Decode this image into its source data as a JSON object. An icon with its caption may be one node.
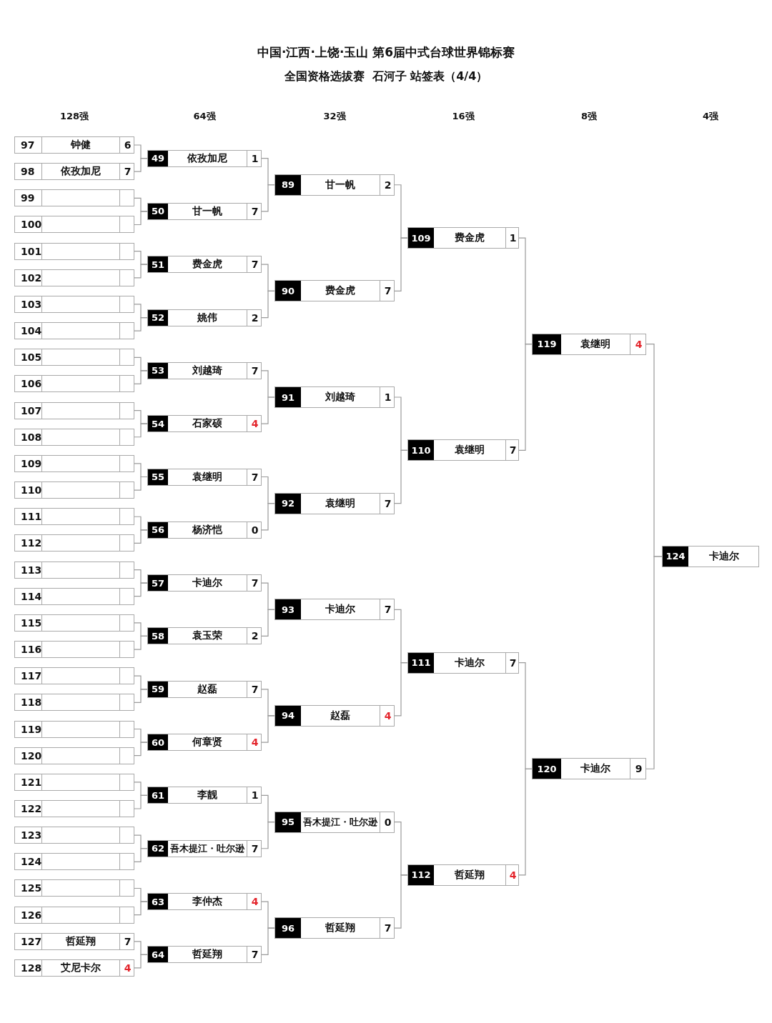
{
  "diagram": {
    "title": "中国·江西·上饶·玉山 第6届中式台球世界锦标赛",
    "nodes": [
      {
        "text": [
          "97",
          "钟健",
          "6"
        ]
      },
      {
        "text": [
          "98",
          "依孜加尼",
          "7"
        ]
      },
      {
        "text": [
          "99"
        ]
      },
      {
        "text": [
          "100"
        ]
      },
      {
        "text": [
          "101"
        ]
      },
      {
        "text": [
          "102"
        ]
      },
      {
        "text": [
          "103"
        ]
      },
      {
        "text": [
          "104"
        ]
      },
      {
        "text": [
          "105"
        ]
      },
      {
        "text": [
          "106"
        ]
      },
      {
        "text": [
          "107"
        ]
      },
      {
        "text": [
          "108"
        ]
      },
      {
        "text": [
          "109"
        ]
      },
      {
        "text": [
          "110"
        ]
      },
      {
        "text": [
          "111"
        ]
      },
      {
        "text": [
          "112"
        ]
      },
      {
        "text": [
          "113"
        ]
      },
      {
        "text": [
          "114"
        ]
      },
      {
        "text": [
          "115"
        ]
      },
      {
        "text": [
          "116"
        ]
      },
      {
        "text": [
          "117"
        ]
      },
      {
        "text": [
          "118"
        ]
      },
      {
        "text": [
          "119"
        ]
      },
      {
        "text": [
          "120"
        ]
      },
      {
        "text": [
          "121"
        ]
      },
      {
        "text": [
          "122"
        ]
      },
      {
        "text": [
          "123"
        ]
      },
      {
        "text": [
          "124"
        ]
      },
      {
        "text": [
          "125"
        ]
      },
      {
        "text": [
          "126"
        ]
      },
      {
        "text": [
          "127",
          "哲延翔",
          "7"
        ]
      },
      {
        "text": [
          "128",
          "艾尼卡尔",
          "4"
        ]
      },
      {
        "text": [
          "49",
          "依孜加尼",
          "1"
        ]
      },
      {
        "text": [
          "50",
          "甘一帆",
          "7"
        ]
      },
      {
        "text": [
          "51",
          "费金虎",
          "7"
        ]
      },
      {
        "text": [
          "52",
          "姚伟",
          "2"
        ]
      },
      {
        "text": [
          "53",
          "刘越琦",
          "7"
        ]
      },
      {
        "text": [
          "54",
          "石家硕",
          "4"
        ]
      },
      {
        "text": [
          "55",
          "袁继明",
          "7"
        ]
      },
      {
        "text": [
          "56",
          "杨济恺",
          "0"
        ]
      },
      {
        "text": [
          "57",
          "卡迪尔",
          "7"
        ]
      },
      {
        "text": [
          "58",
          "袁玉荣",
          "2"
        ]
      },
      {
        "text": [
          "59",
          "赵磊",
          "7"
        ]
      },
      {
        "text": [
          "60",
          "何章贤",
          "4"
        ]
      },
      {
        "text": [
          "61",
          "李靓",
          "1"
        ]
      },
      {
        "text": [
          "62",
          "吾木提江・吐尔逊",
          "7"
        ]
      },
      {
        "text": [
          "63",
          "李仲杰",
          "4"
        ]
      },
      {
        "text": [
          "64",
          "哲延翔",
          "7"
        ]
      },
      {
        "text": [
          "89",
          "甘一帆",
          "2"
        ]
      },
      {
        "text": [
          "90",
          "费金虎",
          "7"
        ]
      },
      {
        "text": [
          "91",
          "刘越琦",
          "1"
        ]
      },
      {
        "text": [
          "92",
          "袁继明",
          "7"
        ]
      },
      {
        "text": [
          "93",
          "卡迪尔",
          "7"
        ]
      },
      {
        "text": [
          "94",
          "赵磊",
          "4"
        ]
      },
      {
        "text": [
          "95",
          "吾木提江・吐尔逊",
          "0"
        ]
      },
      {
        "text": [
          "96",
          "哲延翔",
          "7"
        ]
      },
      {
        "text": [
          "109",
          "费金虎",
          "1"
        ]
      },
      {
        "text": [
          "110",
          "袁继明",
          "7"
        ]
      },
      {
        "text": [
          "111",
          "卡迪尔",
          "7"
        ]
      },
      {
        "text": [
          "112",
          "哲延翔",
          "4"
        ]
      },
      {
        "text": [
          "119",
          "袁继明",
          "4"
        ]
      },
      {
        "text": [
          "120",
          "卡迪尔",
          "9"
        ]
      },
      {
        "text": [
          "124",
          "卡迪尔"
        ]
      }
    ],
    "edges": [
      {
        "from": 0,
        "to": 32,
        "arrow": "none"
      },
      {
        "from": 1,
        "to": 32,
        "arrow": "none"
      },
      {
        "from": 2,
        "to": 33,
        "arrow": "none"
      },
      {
        "from": 3,
        "to": 33,
        "arrow": "none"
      },
      {
        "from": 4,
        "to": 34,
        "arrow": "none"
      },
      {
        "from": 5,
        "to": 34,
        "arrow": "none"
      },
      {
        "from": 6,
        "to": 35,
        "arrow": "none"
      },
      {
        "from": 7,
        "to": 35,
        "arrow": "none"
      },
      {
        "from": 8,
        "to": 36,
        "arrow": "none"
      },
      {
        "from": 9,
        "to": 36,
        "arrow": "none"
      },
      {
        "from": 10,
        "to": 37,
        "arrow": "none"
      },
      {
        "from": 11,
        "to": 37,
        "arrow": "none"
      },
      {
        "from": 12,
        "to": 38,
        "arrow": "none"
      },
      {
        "from": 13,
        "to": 38,
        "arrow": "none"
      },
      {
        "from": 14,
        "to": 39,
        "arrow": "none"
      },
      {
        "from": 15,
        "to": 39,
        "arrow": "none"
      },
      {
        "from": 16,
        "to": 40,
        "arrow": "none"
      },
      {
        "from": 17,
        "to": 40,
        "arrow": "none"
      },
      {
        "from": 18,
        "to": 41,
        "arrow": "none"
      },
      {
        "from": 19,
        "to": 41,
        "arrow": "none"
      },
      {
        "from": 20,
        "to": 42,
        "arrow": "none"
      },
      {
        "from": 21,
        "to": 42,
        "arrow": "none"
      },
      {
        "from": 22,
        "to": 43,
        "arrow": "none"
      },
      {
        "from": 23,
        "to": 43,
        "arrow": "none"
      },
      {
        "from": 24,
        "to": 44,
        "arrow": "none"
      },
      {
        "from": 25,
        "to": 44,
        "arrow": "none"
      },
      {
        "from": 26,
        "to": 45,
        "arrow": "none"
      },
      {
        "from": 27,
        "to": 45,
        "arrow": "none"
      },
      {
        "from": 28,
        "to": 46,
        "arrow": "none"
      },
      {
        "from": 29,
        "to": 46,
        "arrow": "none"
      },
      {
        "from": 30,
        "to": 47,
        "arrow": "none"
      },
      {
        "from": 31,
        "to": 47,
        "arrow": "none"
      },
      {
        "from": 32,
        "to": 48,
        "arrow": "none"
      },
      {
        "from": 33,
        "to": 48,
        "arrow": "none"
      },
      {
        "from": 34,
        "to": 49,
        "arrow": "none"
      },
      {
        "from": 35,
        "to": 49,
        "arrow": "none"
      },
      {
        "from": 36,
        "to": 50,
        "arrow": "none"
      },
      {
        "from": 37,
        "to": 50,
        "arrow": "none"
      },
      {
        "from": 38,
        "to": 51,
        "arrow": "none"
      },
      {
        "from": 39,
        "to": 51,
        "arrow": "none"
      },
      {
        "from": 40,
        "to": 52,
        "arrow": "none"
      },
      {
        "from": 41,
        "to": 52,
        "arrow": "none"
      },
      {
        "from": 42,
        "to": 53,
        "arrow": "none"
      },
      {
        "from": 43,
        "to": 53,
        "arrow": "none"
      },
      {
        "from": 44,
        "to": 54,
        "arrow": "none"
      },
      {
        "from": 45,
        "to": 54,
        "arrow": "none"
      },
      {
        "from": 46,
        "to": 55,
        "arrow": "none"
      },
      {
        "from": 47,
        "to": 55,
        "arrow": "none"
      },
      {
        "from": 48,
        "to": 56,
        "arrow": "none"
      },
      {
        "from": 49,
        "to": 56,
        "arrow": "none"
      },
      {
        "from": 50,
        "to": 57,
        "arrow": "none"
      },
      {
        "from": 51,
        "to": 57,
        "arrow": "none"
      },
      {
        "from": 52,
        "to": 58,
        "arrow": "none"
      },
      {
        "from": 53,
        "to": 58,
        "arrow": "none"
      },
      {
        "from": 54,
        "to": 59,
        "arrow": "none"
      },
      {
        "from": 55,
        "to": 59,
        "arrow": "none"
      },
      {
        "from": 56,
        "to": 60,
        "arrow": "none"
      },
      {
        "from": 57,
        "to": 60,
        "arrow": "none"
      },
      {
        "from": 58,
        "to": 61,
        "arrow": "none"
      },
      {
        "from": 59,
        "to": 61,
        "arrow": "none"
      },
      {
        "from": 60,
        "to": 62,
        "arrow": "none"
      },
      {
        "from": 61,
        "to": 62,
        "arrow": "none"
      }
    ],
    "labels": [
      "全国资格选拔赛  石河子 站签表（4/4）",
      "128强",
      "64强",
      "32强",
      "16强",
      "8强",
      "4强"
    ]
  }
}
